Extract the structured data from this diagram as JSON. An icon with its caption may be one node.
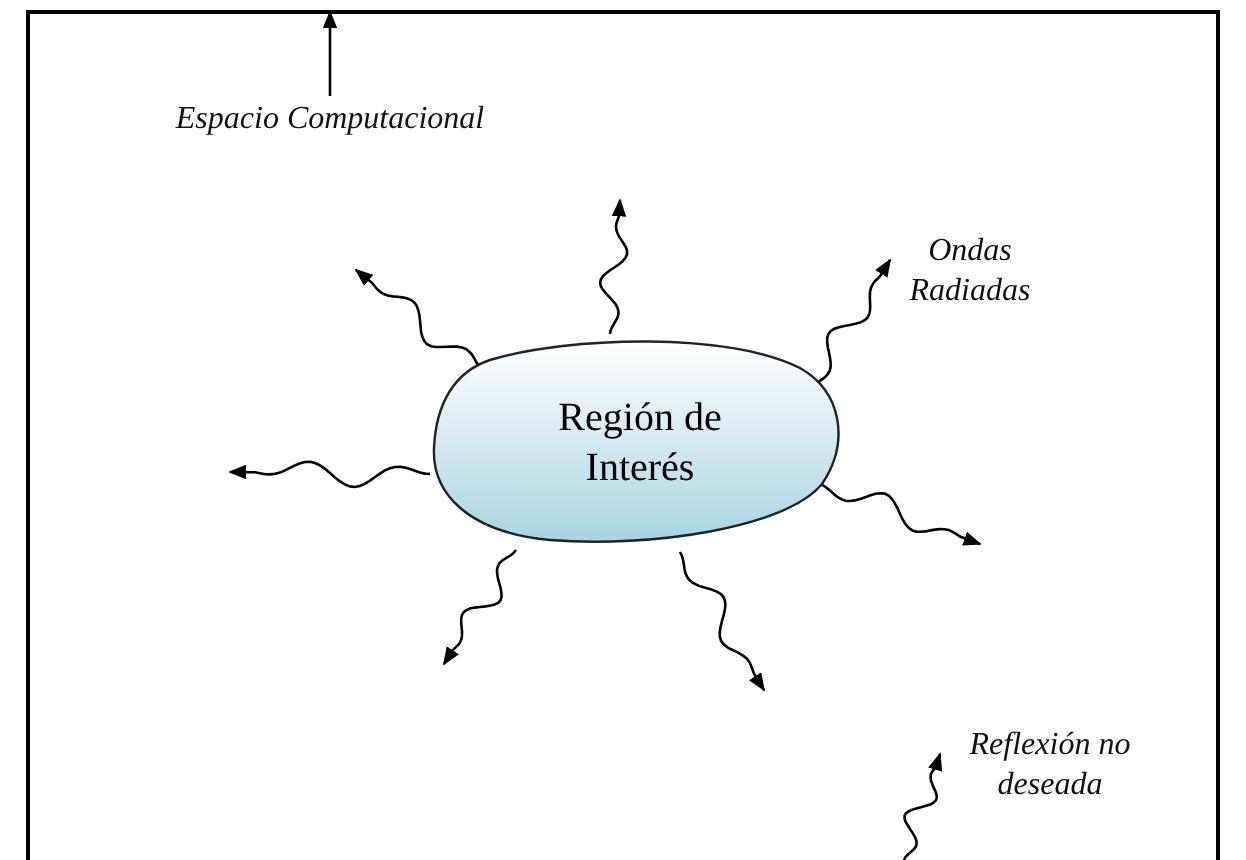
{
  "diagram": {
    "nodes": [
      {
        "text": [],
        "shape": "box"
      },
      {
        "text": [
          "Espacio Computacional"
        ],
        "in": 0
      },
      {
        "text": [
          "Región de Interés"
        ],
        "in": 0
      },
      {
        "text": [
          "Ondas Radiadas"
        ],
        "in": 0
      },
      {
        "text": [
          "Reflexión no deseada"
        ],
        "in": 0
      }
    ],
    "edges": [
      {
        "from": 1,
        "to": 0,
        "arrow": "to"
      },
      {
        "from": 2,
        "to": null,
        "arrow": "to"
      },
      {
        "from": 2,
        "to": null,
        "arrow": "to"
      },
      {
        "from": 2,
        "to": 3,
        "arrow": "to"
      },
      {
        "from": 2,
        "to": null,
        "arrow": "to"
      },
      {
        "from": 2,
        "to": null,
        "arrow": "to"
      },
      {
        "from": 2,
        "to": null,
        "arrow": "to"
      },
      {
        "from": 2,
        "to": null,
        "arrow": "to"
      },
      {
        "from": 0,
        "to": 4,
        "arrow": "to"
      }
    ]
  }
}
